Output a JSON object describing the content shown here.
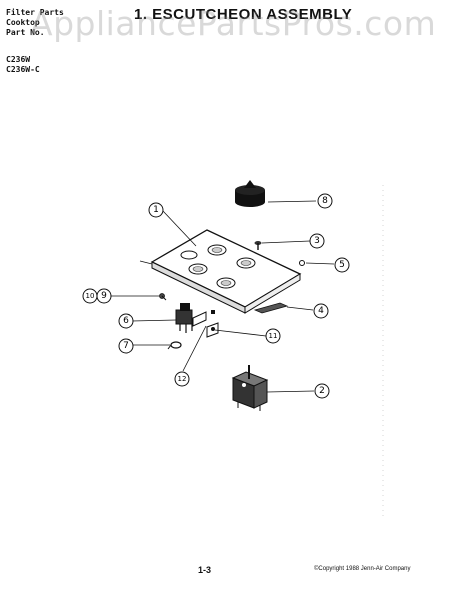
{
  "header": {
    "left_lines": [
      "Filter Parts",
      "Cooktop",
      "Part No."
    ],
    "title": "1. ESCUTCHEON ASSEMBLY"
  },
  "models": [
    "C236W",
    "C236W-C"
  ],
  "watermark": "AppliancePartsPros.com",
  "callouts": {
    "c1": "1",
    "c2": "2",
    "c3": "3",
    "c4": "4",
    "c5": "5",
    "c6": "6",
    "c7": "7",
    "c8": "8",
    "c9": "9",
    "c10": "10",
    "c11": "11",
    "c12": "12"
  },
  "footer": {
    "page_number": "1-3",
    "copyright": "©Copyright 1988 Jenn-Air Company"
  }
}
